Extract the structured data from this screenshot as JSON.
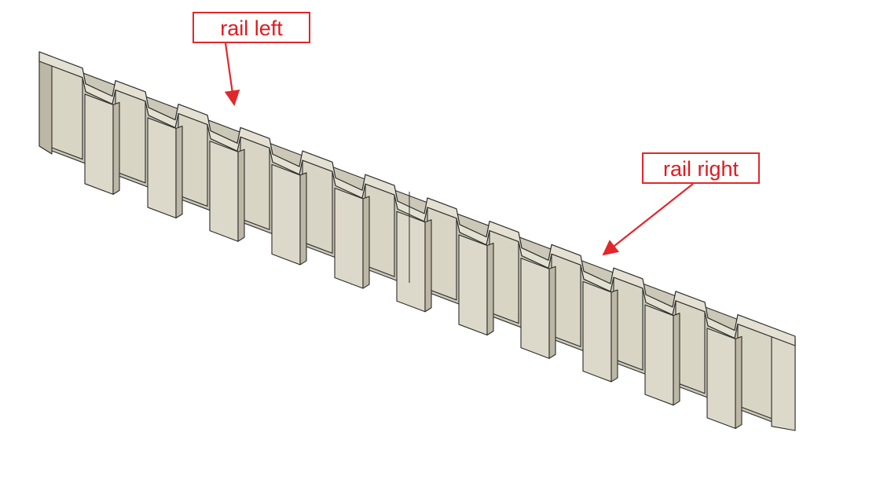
{
  "image": {
    "background": "#ffffff",
    "subject": "rail-assembly",
    "part_color": "#e0ddce",
    "callout_color": "#e2272b"
  },
  "callouts": [
    {
      "id": "rail-left",
      "label": "rail left"
    },
    {
      "id": "rail-right",
      "label": "rail right"
    }
  ]
}
